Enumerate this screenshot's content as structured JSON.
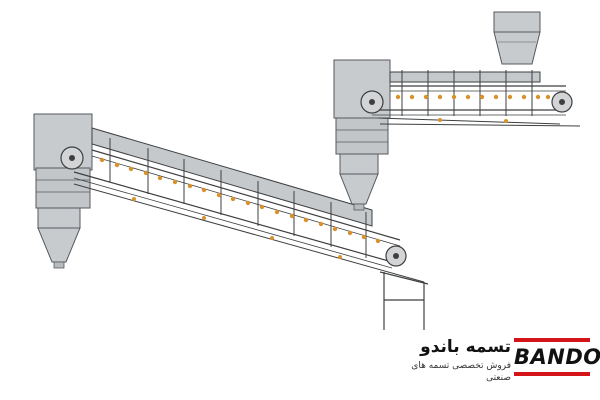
{
  "diagram": {
    "subject": "inclined-belt-conveyors-with-buckets",
    "colors": {
      "housing_fill": "#c8cbcd",
      "housing_stroke": "#555a5e",
      "belt_fill": "#c6c9cb",
      "line": "#3d3f41",
      "bucket": "#d9922b"
    }
  },
  "brand": {
    "persian_name": "تسمه باندو",
    "persian_tagline": "فروش تخصصی تسمه های صنعتی",
    "logo_word": "BANDO",
    "logo_color": "#d3141b"
  }
}
